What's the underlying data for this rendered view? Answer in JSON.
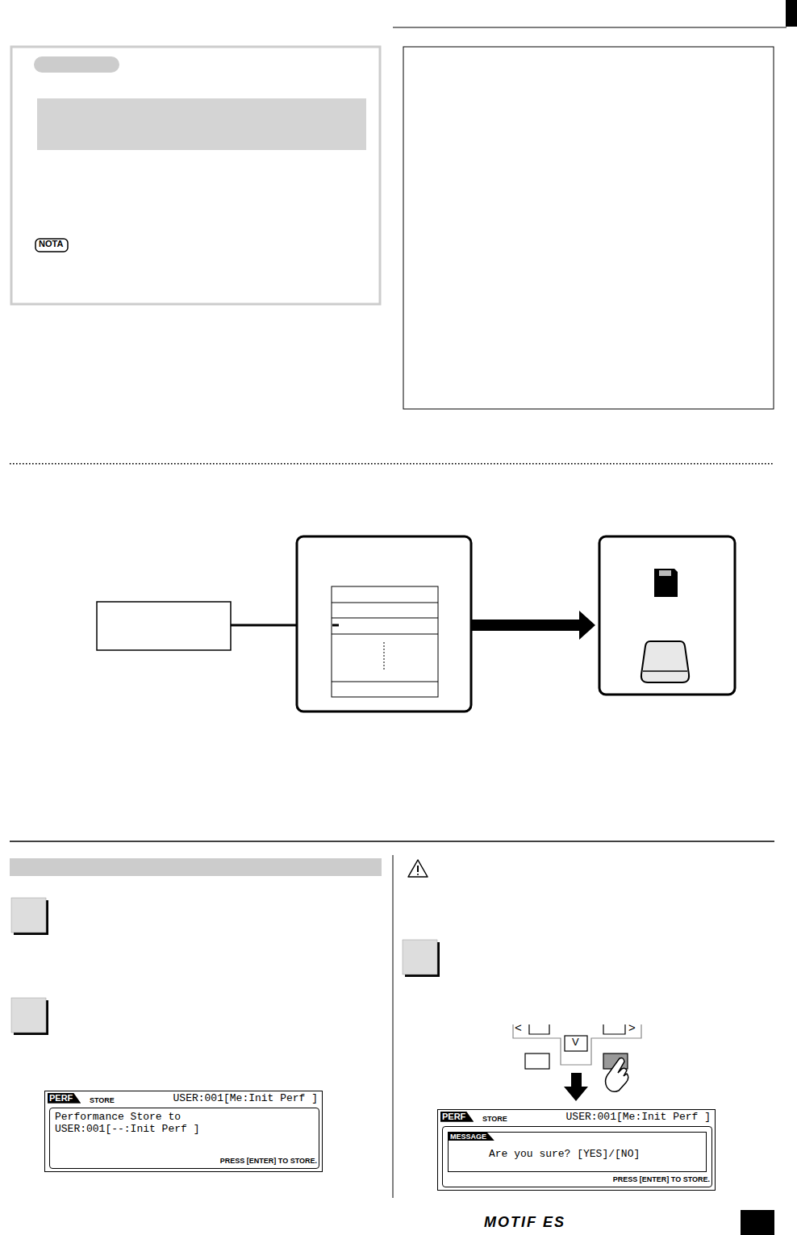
{
  "diagram": {
    "nodes": [
      {
        "text": [
          "PERF",
          "STORE",
          "USER:001[Me:Init Perf ]",
          "Performance Store to USER:001[--:Init Perf ]",
          "PRESS [ENTER] TO STORE."
        ]
      },
      {
        "text": [
          "PERF",
          "STORE",
          "USER:001[Me:Init Perf ]",
          "PRESS [ENTER] TO STORE."
        ]
      },
      {
        "text": [
          "MESSAGE",
          "Are you sure? [YES]/[NO]"
        ],
        "in": 1
      }
    ],
    "labels": [
      "NOTA",
      "<",
      ">",
      "V",
      "MOTIF ES"
    ]
  }
}
